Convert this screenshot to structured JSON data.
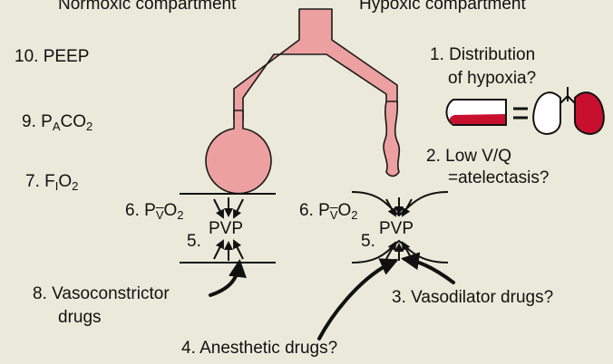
{
  "headers": {
    "normoxic": "Normoxic compartment",
    "hypoxic": "Hypoxic compartment"
  },
  "left_factors": {
    "peep": "10. PEEP",
    "paco2": {
      "main": "9. P",
      "sub": "A",
      "rest": "CO",
      "sub2": "2"
    },
    "fio2": {
      "main": "7. F",
      "sub": "I",
      "rest": "O",
      "sub2": "2"
    }
  },
  "factor_1": {
    "line1": "1. Distribution",
    "line2": "of hypoxia?",
    "equals": "="
  },
  "factor_2": {
    "line1": "2. Low V/Q",
    "line2": "=atelectasis?"
  },
  "factor_3": "3. Vasodilator drugs?",
  "factor_4": "4. Anesthetic drugs?",
  "factor_8": {
    "line1": "8. Vasoconstrictor",
    "line2": "drugs"
  },
  "mixed_venous": {
    "main": "6. P",
    "sub": "V",
    "rest": "O",
    "sub2": "2"
  },
  "pvp": {
    "number": "5.",
    "label": "PVP"
  },
  "colors": {
    "background": "#ebe9d9",
    "vessel": "#eda0a0",
    "vessel_stroke": "#1a1a1a",
    "lung_red": "#c8102e"
  }
}
